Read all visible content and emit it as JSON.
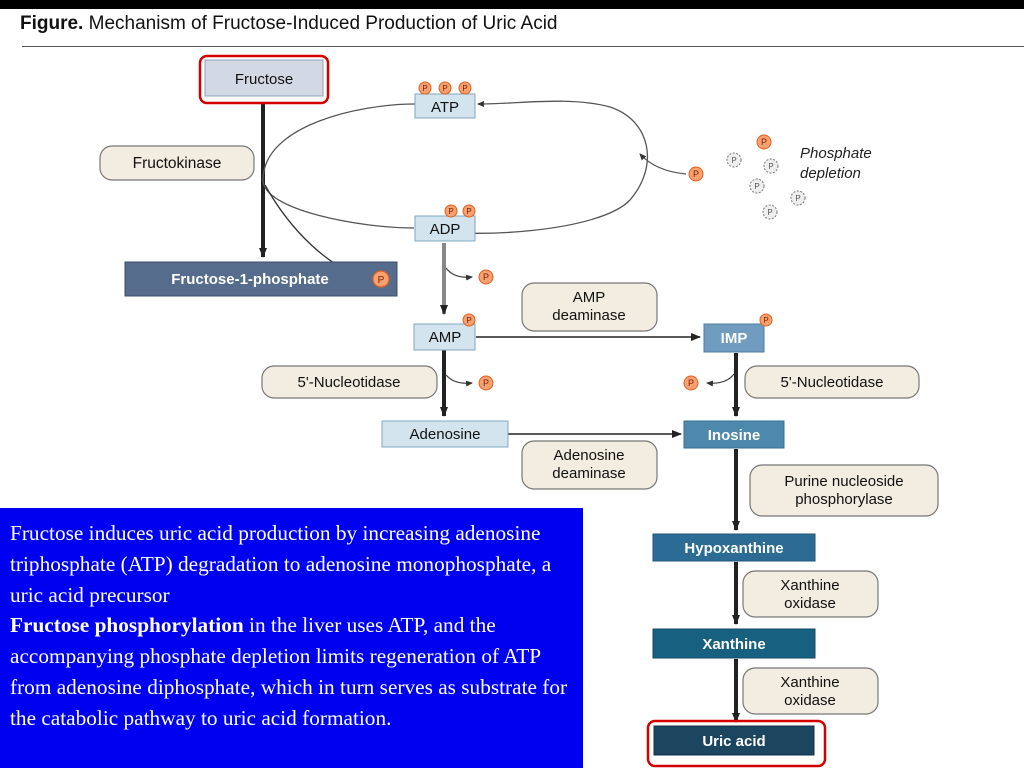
{
  "figure": {
    "title_prefix": "Figure.",
    "title_text": "Mechanism of Fructose-Induced Production of Uric Acid"
  },
  "nodes": {
    "fructose": "Fructose",
    "atp": "ATP",
    "adp": "ADP",
    "amp": "AMP",
    "imp": "IMP",
    "adenosine": "Adenosine",
    "inosine": "Inosine",
    "hypoxanthine": "Hypoxanthine",
    "xanthine": "Xanthine",
    "uric_acid": "Uric acid",
    "fructose_1_phosphate": "Fructose-1-phosphate"
  },
  "enzymes": {
    "fructokinase": "Fructokinase",
    "amp_deaminase_1": "AMP",
    "amp_deaminase_2": "deaminase",
    "nucleotidase_left": "5'-Nucleotidase",
    "nucleotidase_right": "5'-Nucleotidase",
    "adenosine_deaminase_1": "Adenosine",
    "adenosine_deaminase_2": "deaminase",
    "pnp_1": "Purine nucleoside",
    "pnp_2": "phosphorylase",
    "xo_1_line1": "Xanthine",
    "xo_1_line2": "oxidase",
    "xo_2_line1": "Xanthine",
    "xo_2_line2": "oxidase"
  },
  "phosphate": {
    "symbol": "P",
    "depletion_line1": "Phosphate",
    "depletion_line2": "depletion"
  },
  "caption": {
    "para1": "Fructose induces uric acid production by increasing adenosine triphosphate (ATP) degradation to adenosine monophosphate, a uric acid precursor",
    "para2_bold": "Fructose phosphorylation",
    "para2_rest": " in the liver uses ATP, and the accompanying phosphate depletion limits regeneration of ATP from adenosine diphosphate, which in turn serves as substrate for the catabolic pathway to uric acid formation."
  },
  "colors": {
    "highlight_red": "#d40000",
    "caption_blue": "#0000f0",
    "enzyme_fill": "#f3ece0",
    "light_blue_fill": "#d3e4ee",
    "mid_blue_fill": "#6f9cbf",
    "dark_teal_fill": "#17607f",
    "navy_fill": "#566c8c",
    "phosphate_orange": "#f08040"
  }
}
